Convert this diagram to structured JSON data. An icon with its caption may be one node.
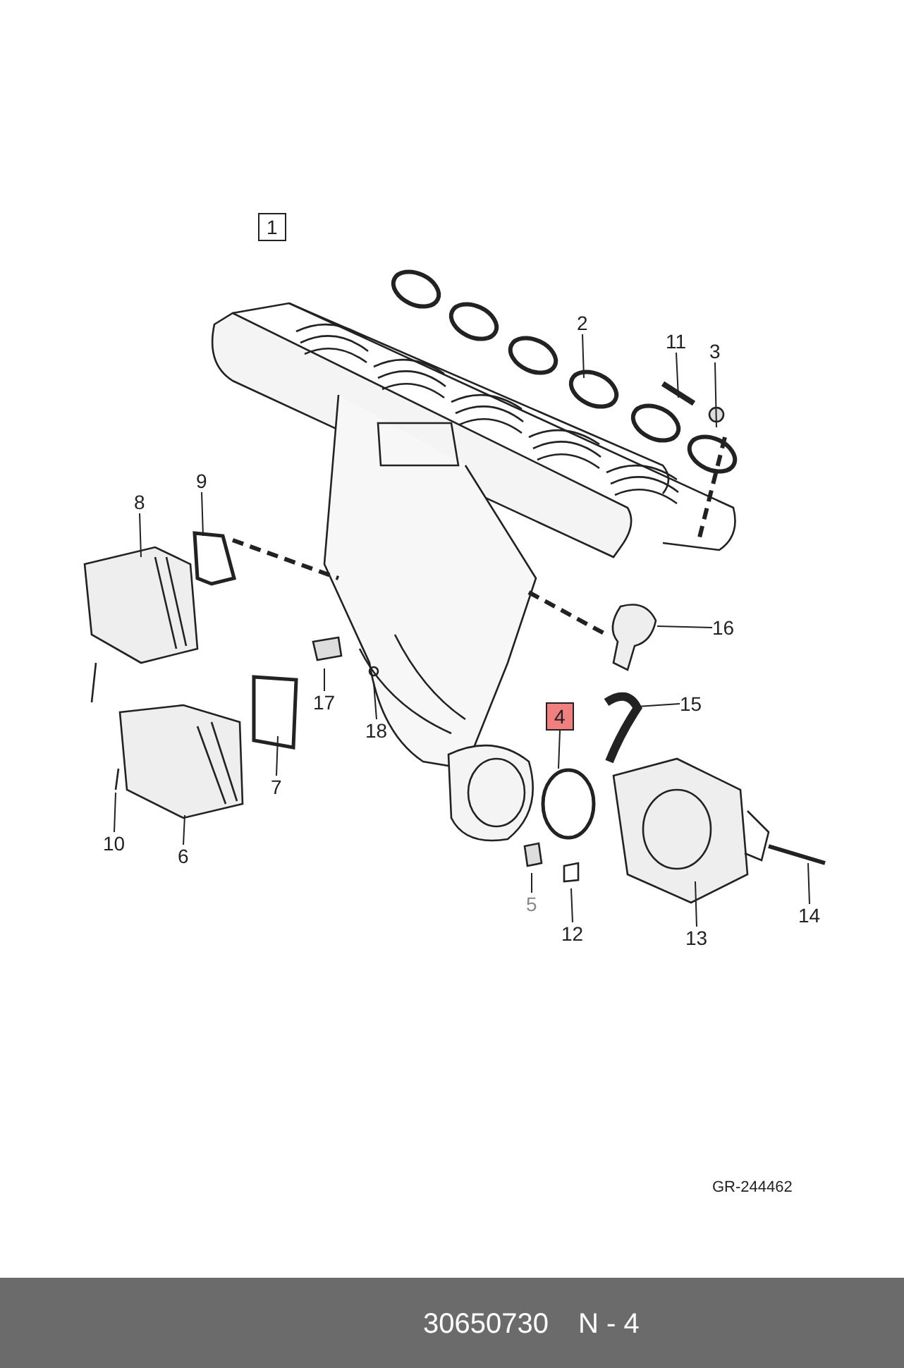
{
  "diagram": {
    "nodes": [
      {
        "text": [
          "1"
        ]
      },
      {
        "text": [
          "2"
        ]
      },
      {
        "text": [
          "11"
        ]
      },
      {
        "text": [
          "3"
        ]
      },
      {
        "text": [
          "9"
        ]
      },
      {
        "text": [
          "8"
        ]
      },
      {
        "text": [
          "16"
        ]
      },
      {
        "text": [
          "17"
        ]
      },
      {
        "text": [
          "15"
        ]
      },
      {
        "text": [
          "4"
        ]
      },
      {
        "text": [
          "18"
        ]
      },
      {
        "text": [
          "7"
        ]
      },
      {
        "text": [
          "10"
        ]
      },
      {
        "text": [
          "6"
        ]
      },
      {
        "text": [
          "5"
        ]
      },
      {
        "text": [
          "14"
        ]
      },
      {
        "text": [
          "12"
        ]
      },
      {
        "text": [
          "13"
        ]
      }
    ],
    "edges": [
      {
        "from": 1,
        "to": null,
        "arrow": "none"
      },
      {
        "from": 2,
        "to": null,
        "arrow": "none"
      },
      {
        "from": 3,
        "to": null,
        "arrow": "none"
      },
      {
        "from": 4,
        "to": null,
        "arrow": "none"
      },
      {
        "from": 5,
        "to": null,
        "arrow": "none"
      },
      {
        "from": 6,
        "to": null,
        "arrow": "none"
      },
      {
        "from": 7,
        "to": null,
        "arrow": "none"
      },
      {
        "from": 8,
        "to": null,
        "arrow": "none"
      },
      {
        "from": 9,
        "to": null,
        "arrow": "none"
      },
      {
        "from": 10,
        "to": null,
        "arrow": "none"
      },
      {
        "from": 11,
        "to": null,
        "arrow": "none"
      },
      {
        "from": 12,
        "to": null,
        "arrow": "none"
      },
      {
        "from": 13,
        "to": null,
        "arrow": "none"
      },
      {
        "from": 14,
        "to": null,
        "arrow": "none"
      },
      {
        "from": 15,
        "to": null,
        "arrow": "none"
      },
      {
        "from": 16,
        "to": null,
        "arrow": "none"
      },
      {
        "from": 17,
        "to": null,
        "arrow": "none"
      }
    ],
    "labels": [
      "GR-244462",
      "30650730",
      "N - 4"
    ]
  }
}
